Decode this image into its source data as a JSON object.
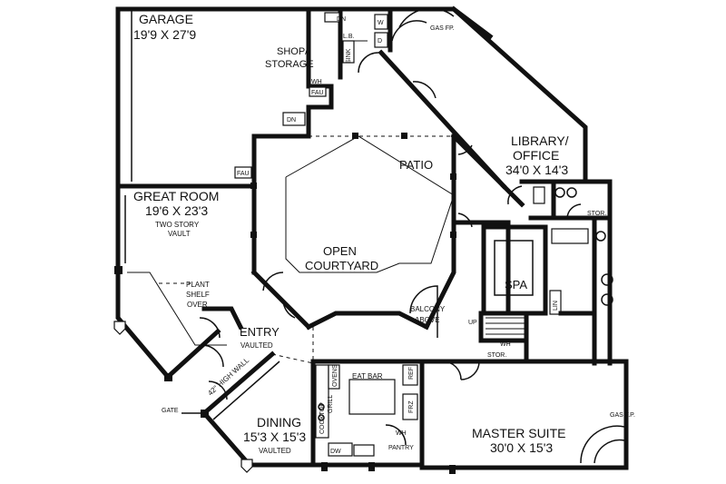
{
  "rooms": {
    "garage": {
      "name": "GARAGE",
      "dims": "19'9 X 27'9"
    },
    "shop": {
      "line1": "SHOP/",
      "line2": "STORAGE"
    },
    "library": {
      "line1": "LIBRARY/",
      "line2": "OFFICE",
      "dims": "34'0 X 14'3"
    },
    "patio": {
      "name": "PATIO"
    },
    "courtyard": {
      "line1": "OPEN",
      "line2": "COURTYARD"
    },
    "great_room": {
      "name": "GREAT ROOM",
      "dims": "19'6 X 23'3",
      "note1": "TWO STORY",
      "note2": "VAULT"
    },
    "plant_shelf": {
      "line1": "PLANT",
      "line2": "SHELF",
      "line3": "OVER"
    },
    "entry": {
      "name": "ENTRY",
      "note": "VAULTED"
    },
    "high_wall": {
      "text": "42\" HIGH WALL"
    },
    "gate": {
      "text": "GATE"
    },
    "dining": {
      "name": "DINING",
      "dims": "15'3 X 15'3",
      "note": "VAULTED"
    },
    "spa": {
      "text": "SPA"
    },
    "balcony": {
      "line1": "BALCONY",
      "line2": "ABOVE"
    },
    "master": {
      "name": "MASTER SUITE",
      "dims": "30'0 X 15'3"
    }
  },
  "fixtures": {
    "dn_top": "DN",
    "dn_mid": "DN",
    "lb": "L.B.",
    "sink": "SINK",
    "washer": "W",
    "dryer": "D",
    "gas_fp_top": "GAS FP.",
    "gas_fp_master": "GAS F.P.",
    "wh_shop": "WH",
    "fau_shop": "FAU",
    "fau_great": "FAU",
    "stor_library": "STOR.",
    "lin": "LIN",
    "up": "UP",
    "wh_stor": "WH",
    "stor_stair": "STOR.",
    "ovens": "OVENS",
    "eat_bar": "EAT BAR",
    "grill": "GRILL",
    "cooktop": "COOKTOP",
    "ref": "REF",
    "frz": "FRZ",
    "wh_pantry": "WH",
    "pantry": "PANTRY",
    "dw": "DW"
  }
}
